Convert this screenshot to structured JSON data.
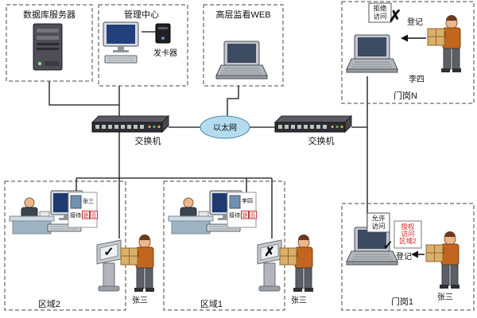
{
  "labels": {
    "db_server": "数据库服务器",
    "mgmt_center": "管理中心",
    "card_issuer": "发卡器",
    "web_monitor": "高层监看WEB",
    "ethernet": "以太网",
    "switch_left": "交换机",
    "switch_right": "交换机"
  },
  "gateN": {
    "deny1": "拒绝",
    "deny2": "访问",
    "register": "登记",
    "person": "李四",
    "name": "门岗N",
    "cross": "✗"
  },
  "gate1": {
    "allow1": "允许",
    "allow2": "访问",
    "auth1": "授权",
    "auth2": "访问",
    "auth3": "区域2",
    "register": "登记",
    "worker": "张三",
    "name": "门岗1",
    "check": "✓"
  },
  "zone2": {
    "name": "区域2",
    "worker": "张三",
    "kiosk_mark": "✓",
    "popup": {
      "name": "张三",
      "reception": "接待:",
      "yes": "是",
      "no": "否"
    }
  },
  "zone1": {
    "name": "区域1",
    "worker": "张三",
    "kiosk_mark": "✗",
    "popup": {
      "name": "李四",
      "reception": "接待:",
      "yes": "是",
      "no": "否"
    }
  },
  "colors": {
    "check_green": "#189e18",
    "cross_red": "#d42020",
    "ethernet_fill": "#b5dcee",
    "auth_red": "#cc2222"
  }
}
